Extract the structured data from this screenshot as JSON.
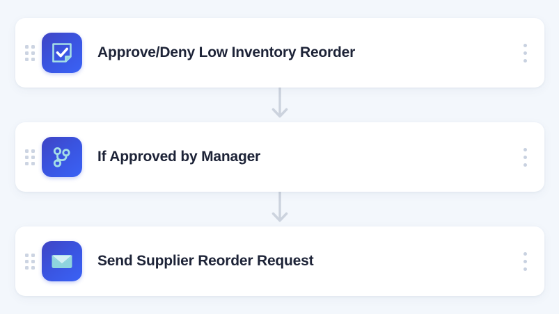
{
  "theme": {
    "background": "#f3f7fc",
    "card_background": "#ffffff",
    "title_color": "#1d2337",
    "icon_gradient_start": "#3f44c4",
    "icon_gradient_end": "#3a62f5",
    "icon_glyph_color": "#a5dfe6",
    "dot_color": "#ccd4e2",
    "arrow_color": "#ccd3de"
  },
  "workflow": {
    "steps": [
      {
        "title": "Approve/Deny Low Inventory Reorder",
        "icon": "approval-checkbox-note-icon",
        "drag_handle": "drag-handle-icon",
        "menu": "more-options-kebab-icon"
      },
      {
        "title": "If Approved by Manager",
        "icon": "branch-condition-icon",
        "drag_handle": "drag-handle-icon",
        "menu": "more-options-kebab-icon"
      },
      {
        "title": "Send Supplier Reorder Request",
        "icon": "envelope-mail-icon",
        "drag_handle": "drag-handle-icon",
        "menu": "more-options-kebab-icon"
      }
    ],
    "connectors": [
      {
        "icon": "arrow-down-icon"
      },
      {
        "icon": "arrow-down-icon"
      }
    ]
  }
}
